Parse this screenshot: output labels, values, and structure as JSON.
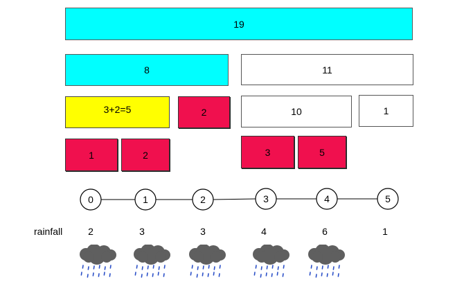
{
  "bars": {
    "total": "19",
    "part_8": "8",
    "part_11": "11",
    "sum_expression": "3+2=5",
    "part_2_top": "2",
    "part_10": "10",
    "part_1": "1",
    "piece_1": "1",
    "piece_2": "2",
    "piece_3": "3",
    "piece_5": "5"
  },
  "number_line": {
    "nodes": [
      "0",
      "1",
      "2",
      "3",
      "4",
      "5"
    ]
  },
  "rainfall": {
    "label": "rainfall",
    "values": [
      "2",
      "3",
      "3",
      "4",
      "6",
      "1"
    ],
    "cloud_icon": "rain-cloud-icon"
  },
  "colors": {
    "cyan": "#00ffff",
    "yellow": "#ffff00",
    "red": "#f0104e",
    "cloud": "#5f5f5f",
    "rain": "#2b50c8"
  }
}
